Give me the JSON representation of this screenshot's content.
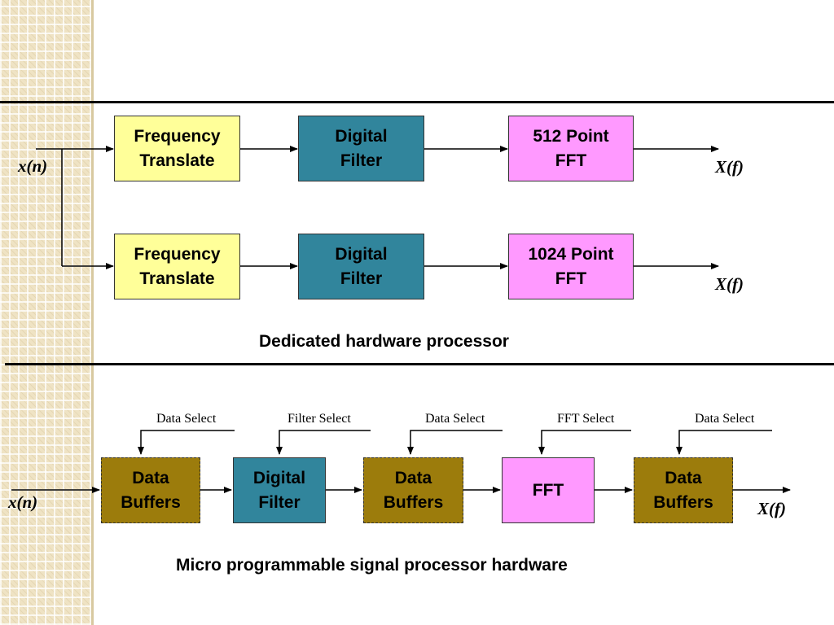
{
  "dedicated": {
    "input_label": "x(n)",
    "rows": [
      {
        "translate": "Frequency\nTranslate",
        "filter": "Digital\nFilter",
        "fft": "512 Point\nFFT",
        "output": "X(f)"
      },
      {
        "translate": "Frequency\nTranslate",
        "filter": "Digital\nFilter",
        "fft": "1024 Point\nFFT",
        "output": "X(f)"
      }
    ],
    "caption": "Dedicated hardware processor"
  },
  "micro": {
    "input_label": "x(n)",
    "output_label": "X(f)",
    "blocks": [
      {
        "label": "Data\nBuffers",
        "select": "Data Select"
      },
      {
        "label": "Digital\nFilter",
        "select": "Filter Select"
      },
      {
        "label": "Data\nBuffers",
        "select": "Data Select"
      },
      {
        "label": "FFT",
        "select": "FFT Select"
      },
      {
        "label": "Data\nBuffers",
        "select": "Data Select"
      }
    ],
    "caption": "Micro programmable signal processor hardware"
  },
  "colors": {
    "translate": "#ffff99",
    "filter": "#31859c",
    "fft": "#ff99ff",
    "buffers": "#9c7c0c"
  }
}
